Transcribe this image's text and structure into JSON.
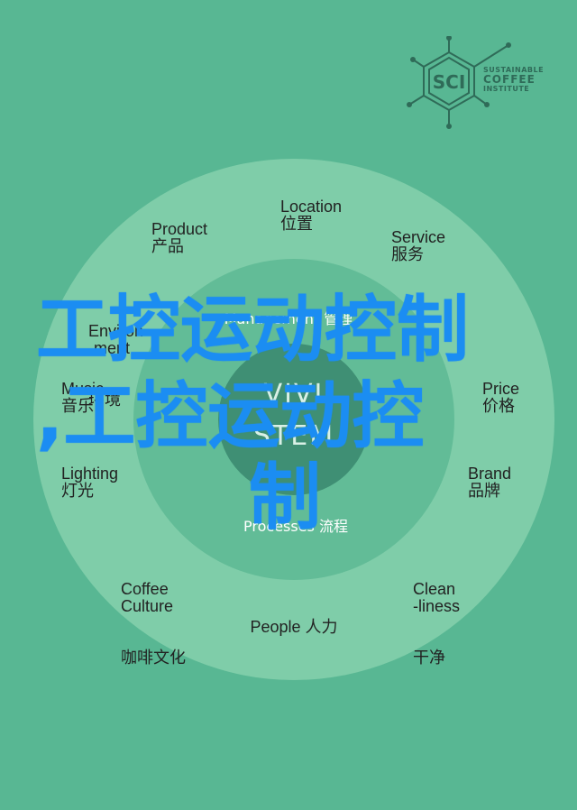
{
  "logo": {
    "mark": "SCI",
    "line1": "SUSTAINABLE",
    "line2": "COFFEE",
    "line3": "INSTITUTE",
    "icon": "hexagon-molecule-icon"
  },
  "outer_ring": [
    {
      "id": "location",
      "en": "Location",
      "zh": "位置"
    },
    {
      "id": "product",
      "en": "Product",
      "zh": "产品"
    },
    {
      "id": "service",
      "en": "Service",
      "zh": "服务"
    },
    {
      "id": "environment",
      "en": "Environ\n-ment",
      "zh": "环境"
    },
    {
      "id": "music",
      "en": "Music",
      "zh": "音乐"
    },
    {
      "id": "price",
      "en": "Price",
      "zh": "价格"
    },
    {
      "id": "lighting",
      "en": "Lighting",
      "zh": "灯光"
    },
    {
      "id": "brand",
      "en": "Brand",
      "zh": "品牌"
    },
    {
      "id": "coffee-culture",
      "en": "Coffee\nCulture",
      "zh": "咖啡文化"
    },
    {
      "id": "cleanliness",
      "en": "Clean\n-liness",
      "zh": "干净"
    },
    {
      "id": "people",
      "en": "People 人力",
      "zh": ""
    }
  ],
  "inner_ring": {
    "top": "Management 管理",
    "bottom": "Processes 流程"
  },
  "core": {
    "line1": "VIVI",
    "line2": "STEM"
  },
  "overlay": {
    "line1": "工控运动控制",
    "line2": ",工控运动控",
    "line3": "制"
  },
  "colors": {
    "background": "#58b793",
    "outer_circle": "#7fcda9",
    "middle_circle": "#62bc97",
    "core_circle": "#3f8f74",
    "overlay_text": "#1b8df2"
  }
}
